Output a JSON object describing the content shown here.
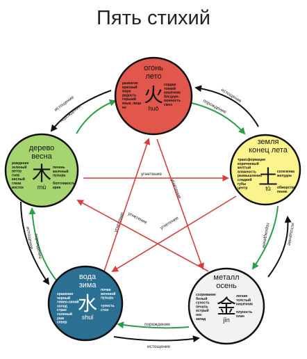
{
  "title": "Пять стихий",
  "elements": {
    "fire": {
      "name": "огонь",
      "season": "лето",
      "glyph": "火",
      "pinyin": "huǒ",
      "left": [
        "развитие",
        "красный",
        "жара",
        "радость",
        "горький",
        "язык, лицо",
        "юг"
      ],
      "right": [
        "сердце",
        "тонкий",
        "кишечник",
        "бесцере-",
        "монность",
        "смех"
      ],
      "color": "#e2574c"
    },
    "earth": {
      "name": "земля",
      "season": "конец лета",
      "glyph": "土",
      "pinyin": "tǔ",
      "left": [
        "трансформация",
        "коричневый",
        "желтый",
        "влажность",
        "размышление",
        "сладкий",
        "губы",
        "центр"
      ],
      "right": [
        "селезенка",
        "желудок",
        "",
        "",
        "обжорство",
        "пение"
      ],
      "color": "#fbf48c"
    },
    "metal": {
      "name": "металл",
      "season": "осень",
      "glyph": "金",
      "pinyin": "jīn",
      "left": [
        "созревание",
        "белый",
        "сухость",
        "печаль",
        "острый",
        "нос",
        "запад"
      ],
      "right": [
        "легкие",
        "толстый",
        "кишечник",
        "",
        "плуность",
        "плач"
      ],
      "color": "#f2f2f0"
    },
    "water": {
      "name": "вода",
      "season": "зима",
      "glyph": "水",
      "pinyin": "shuǐ",
      "left": [
        "хранение",
        "черный",
        "темно-синий",
        "холод",
        "страх",
        "соленый",
        "уши",
        "север"
      ],
      "right": [
        "почки",
        "мочевой",
        "пузырь",
        "",
        "тупость",
        "стон"
      ],
      "color": "#2b6f93"
    },
    "wood": {
      "name": "дерево",
      "season": "весна",
      "glyph": "木",
      "pinyin": "mù",
      "left": [
        "рождение",
        "зеленый",
        "ветер",
        "гнев",
        "кислый",
        "глаза",
        "восток"
      ],
      "right": [
        "печень",
        "желчный",
        "пузырь",
        "",
        "болтливость",
        "крик"
      ],
      "color": "#a6d46f"
    }
  },
  "cycles": {
    "generate": "порождение",
    "exhaust": "истощение",
    "suppress": "угнетение"
  }
}
